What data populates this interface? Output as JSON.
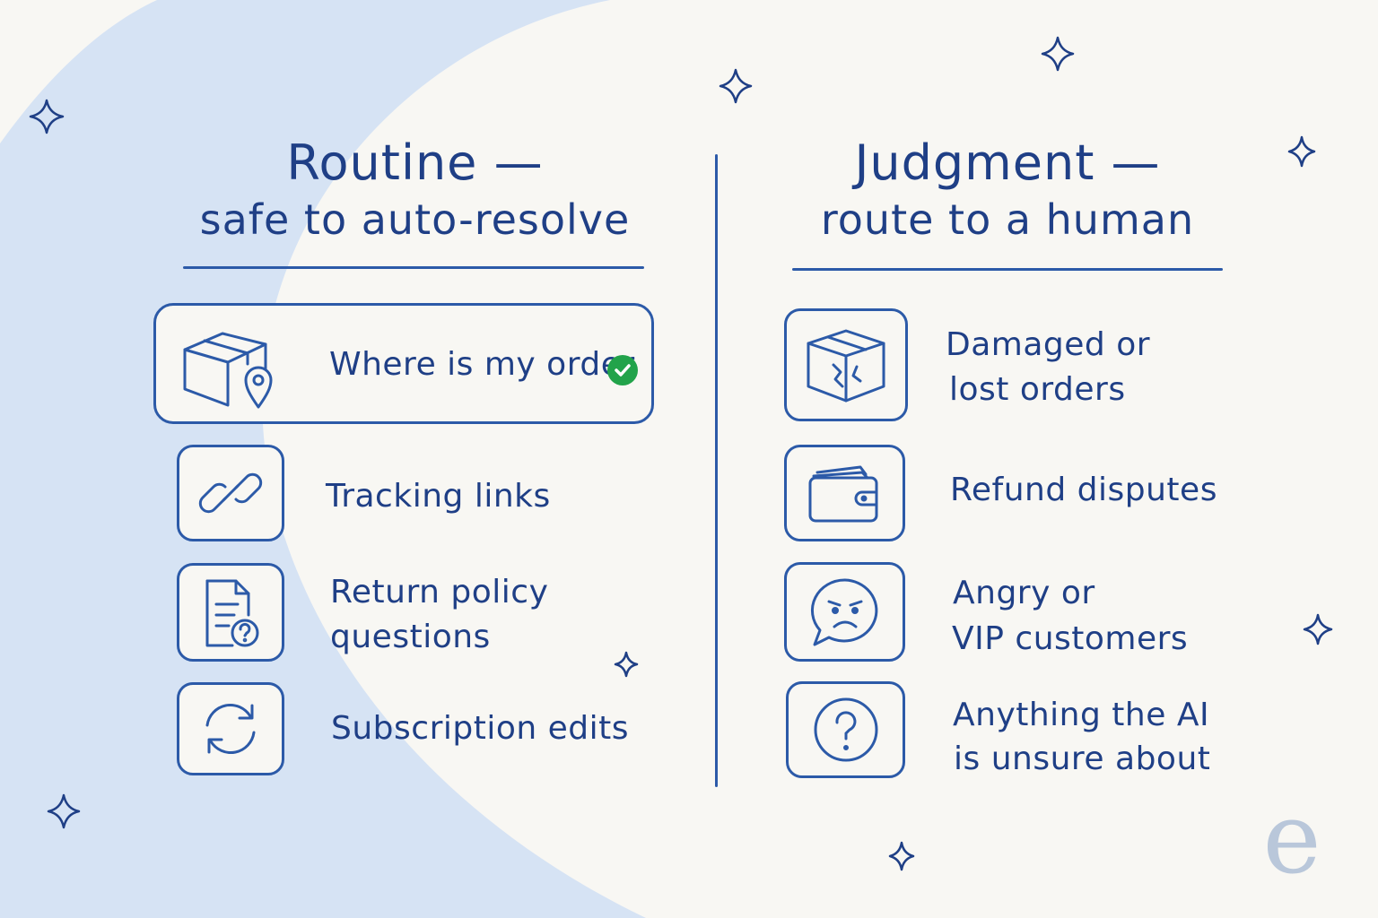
{
  "left_column": {
    "title_line1": "Routine —",
    "title_line2": "safe to auto-resolve",
    "items": [
      {
        "label": "Where is my order",
        "icon": "package-location-icon",
        "status": "check-icon"
      },
      {
        "label": "Tracking links",
        "icon": "link-icon"
      },
      {
        "label_line1": "Return policy",
        "label_line2": "questions",
        "icon": "document-question-icon"
      },
      {
        "label": "Subscription edits",
        "icon": "refresh-icon"
      }
    ]
  },
  "right_column": {
    "title_line1": "Judgment —",
    "title_line2": "route to a human",
    "items": [
      {
        "label_line1": "Damaged or",
        "label_line2": "lost orders",
        "icon": "damaged-box-icon"
      },
      {
        "label": "Refund disputes",
        "icon": "wallet-icon"
      },
      {
        "label_line1": "Angry or",
        "label_line2": "VIP customers",
        "icon": "angry-face-icon"
      },
      {
        "label_line1": "Anything the AI",
        "label_line2": "is unsure about",
        "icon": "question-circle-icon"
      }
    ]
  },
  "logo": {
    "text": "e"
  },
  "colors": {
    "ink": "#1f3f86",
    "stroke": "#2c5aa8",
    "background": "#f8f7f3",
    "swoosh": "#d6e3f4",
    "check": "#22a34a",
    "logo": "#b9c7da"
  }
}
